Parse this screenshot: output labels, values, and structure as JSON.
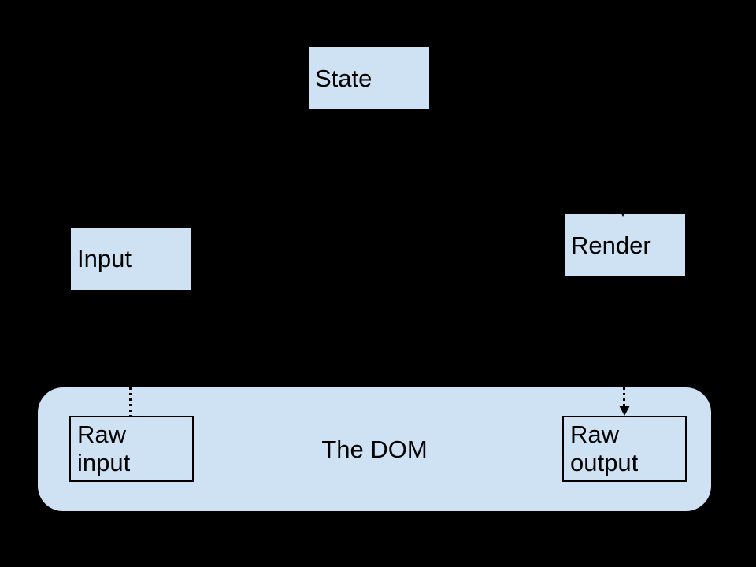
{
  "diagram": {
    "colors": {
      "background": "#000000",
      "node_fill": "#cfe2f3",
      "node_border": "#000000",
      "text": "#000000"
    },
    "nodes": {
      "state": {
        "label": "State"
      },
      "input": {
        "label": "Input"
      },
      "render": {
        "label": "Render"
      },
      "dom": {
        "label": "The DOM"
      },
      "raw_input": {
        "label": "Raw input",
        "lines": [
          "Raw",
          "input"
        ]
      },
      "raw_output": {
        "label": "Raw output",
        "lines": [
          "Raw",
          "output"
        ]
      }
    },
    "connectors": {
      "raw_input_to_input": {
        "style": "dotted",
        "arrowhead_visible": false
      },
      "render_to_raw_output": {
        "style": "dotted",
        "arrowhead_visible": true
      }
    }
  }
}
